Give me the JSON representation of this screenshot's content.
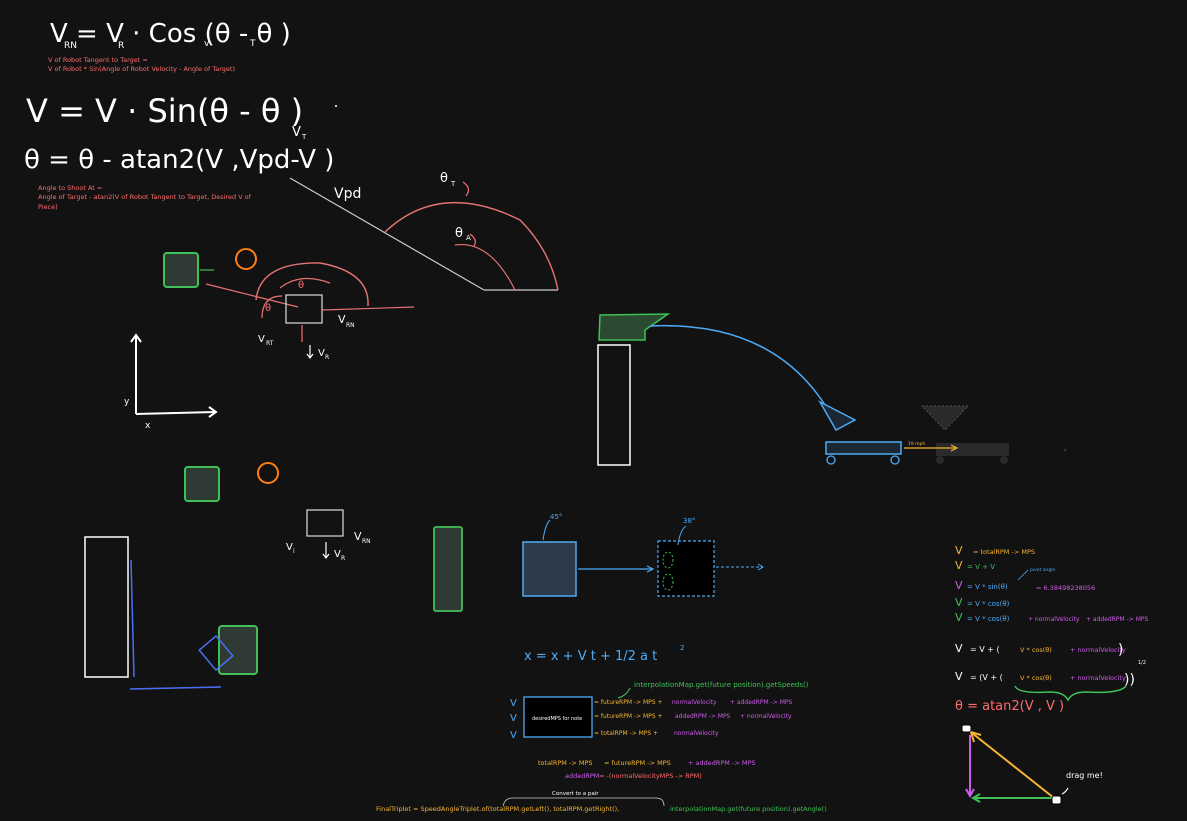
{
  "colors": {
    "bg": "#121212",
    "white": "#ffffff",
    "red": "#ff6b6b",
    "green": "#40c057",
    "blue": "#4dabf7",
    "orange": "#fd7e14",
    "yellow": "#f5b532",
    "purple": "#cc5de8",
    "gray": "#868e96"
  },
  "formulas": {
    "vrn": "V  = V · Cos (θ - θ )",
    "vrn_sub1": "RN",
    "vrn_sub2": "R",
    "vrn_sub3": "v",
    "vrn_sub4": "T",
    "vrn_note1": "V of Robot Tangent to Target =",
    "vrn_note2": "V of Robot * Sin(Angle of Robot Velocity - Angle of Target)",
    "vrt": "V   = V · Sin(θ - θ )",
    "theta_a": "θ = θ - atan2(V  ,Vpd-V  )",
    "theta_note1": "Angle to Shoot At =",
    "theta_note2": "Angle of Target - atan2(V of Robot Tangent to Target, Desired V of",
    "theta_note3": "Piece)"
  },
  "diagram_top": {
    "vt_label": "V",
    "vt_sub": "T",
    "vpd_label": "Vpd",
    "theta_t": "θ",
    "theta_t_sub": "T",
    "theta_a": "θ",
    "theta_a_sub": "A",
    "robot_theta_t": "θ",
    "robot_theta_v": "θ",
    "vrt_label": "V",
    "vrt_sub": "RT",
    "vrn_label": "V",
    "vrn_sub": "RN",
    "vr_label": "V",
    "vr_sub": "R",
    "axis_y": "y",
    "axis_x": "x"
  },
  "diagram_mid": {
    "vi_label": "V",
    "vi_sub": "i",
    "vrn_label": "V",
    "vrn_sub": "RN",
    "vr_label": "V",
    "vr_sub": "R"
  },
  "shooter": {
    "angle1": "45°",
    "angle2": "38°",
    "speed_label": "19 mph"
  },
  "kinematics": {
    "equation": "x = x  + V t + 1/2 a t",
    "eq_sup": "2"
  },
  "speeds": {
    "interp_speeds": "interpolationMap.get(future position).getSpeeds()",
    "box_label": "desiredMPS for note",
    "row1_pre": "= futureRPM -> MPS +",
    "row1_a": "normalVelocity",
    "row1_b": "+ addedRPM -> MPS",
    "row2_pre": "= futureRPM -> MPS +",
    "row2_a": "addedRPM -> MPS",
    "row2_b": "+ normalVelocity",
    "row3_pre": "= totalRPM -> MPS +",
    "row3_a": "normalVelocity",
    "total_line_a": "totalRPM -> MPS",
    "total_line_b": "= futureRPM -> MPS",
    "total_line_c": "+ addedRPM -> MPS",
    "added_line_a": "addedRPM",
    "added_line_b": "= -(normalVelocityMPS -> RPM)",
    "convert": "Convert to a pair",
    "final_a": "FinalTriplet = SpeedAngleTriplet.of(totalRPM.getLeft(), totalRPM.getRight(),",
    "final_b": "interpolationMap.get(future position).getAngle()"
  },
  "right_eqs": {
    "l1": "= totalRPM -> MPS",
    "l2": "= V  + V",
    "pivot": "pivot angle",
    "l3a": "= V  * sin(θ)",
    "l3b": "= 6.38498238056",
    "l4": "= V  * cos(θ)",
    "l5a": "= V  * cos(θ)",
    "l5b": "+ normalVelocity",
    "l5c": "+ addedRPM -> MPS",
    "l6a": "= V  + (",
    "l6b": "V  * cos(θ)",
    "l6c": "+ normalVelocity",
    "l7a": "= (V  + (",
    "l7b": "V  * cos(θ)",
    "l7c": "+ normalVelocity",
    "l7sup": "1/2",
    "l8": "θ = atan2(V  , V  )",
    "drag": "drag me!"
  }
}
